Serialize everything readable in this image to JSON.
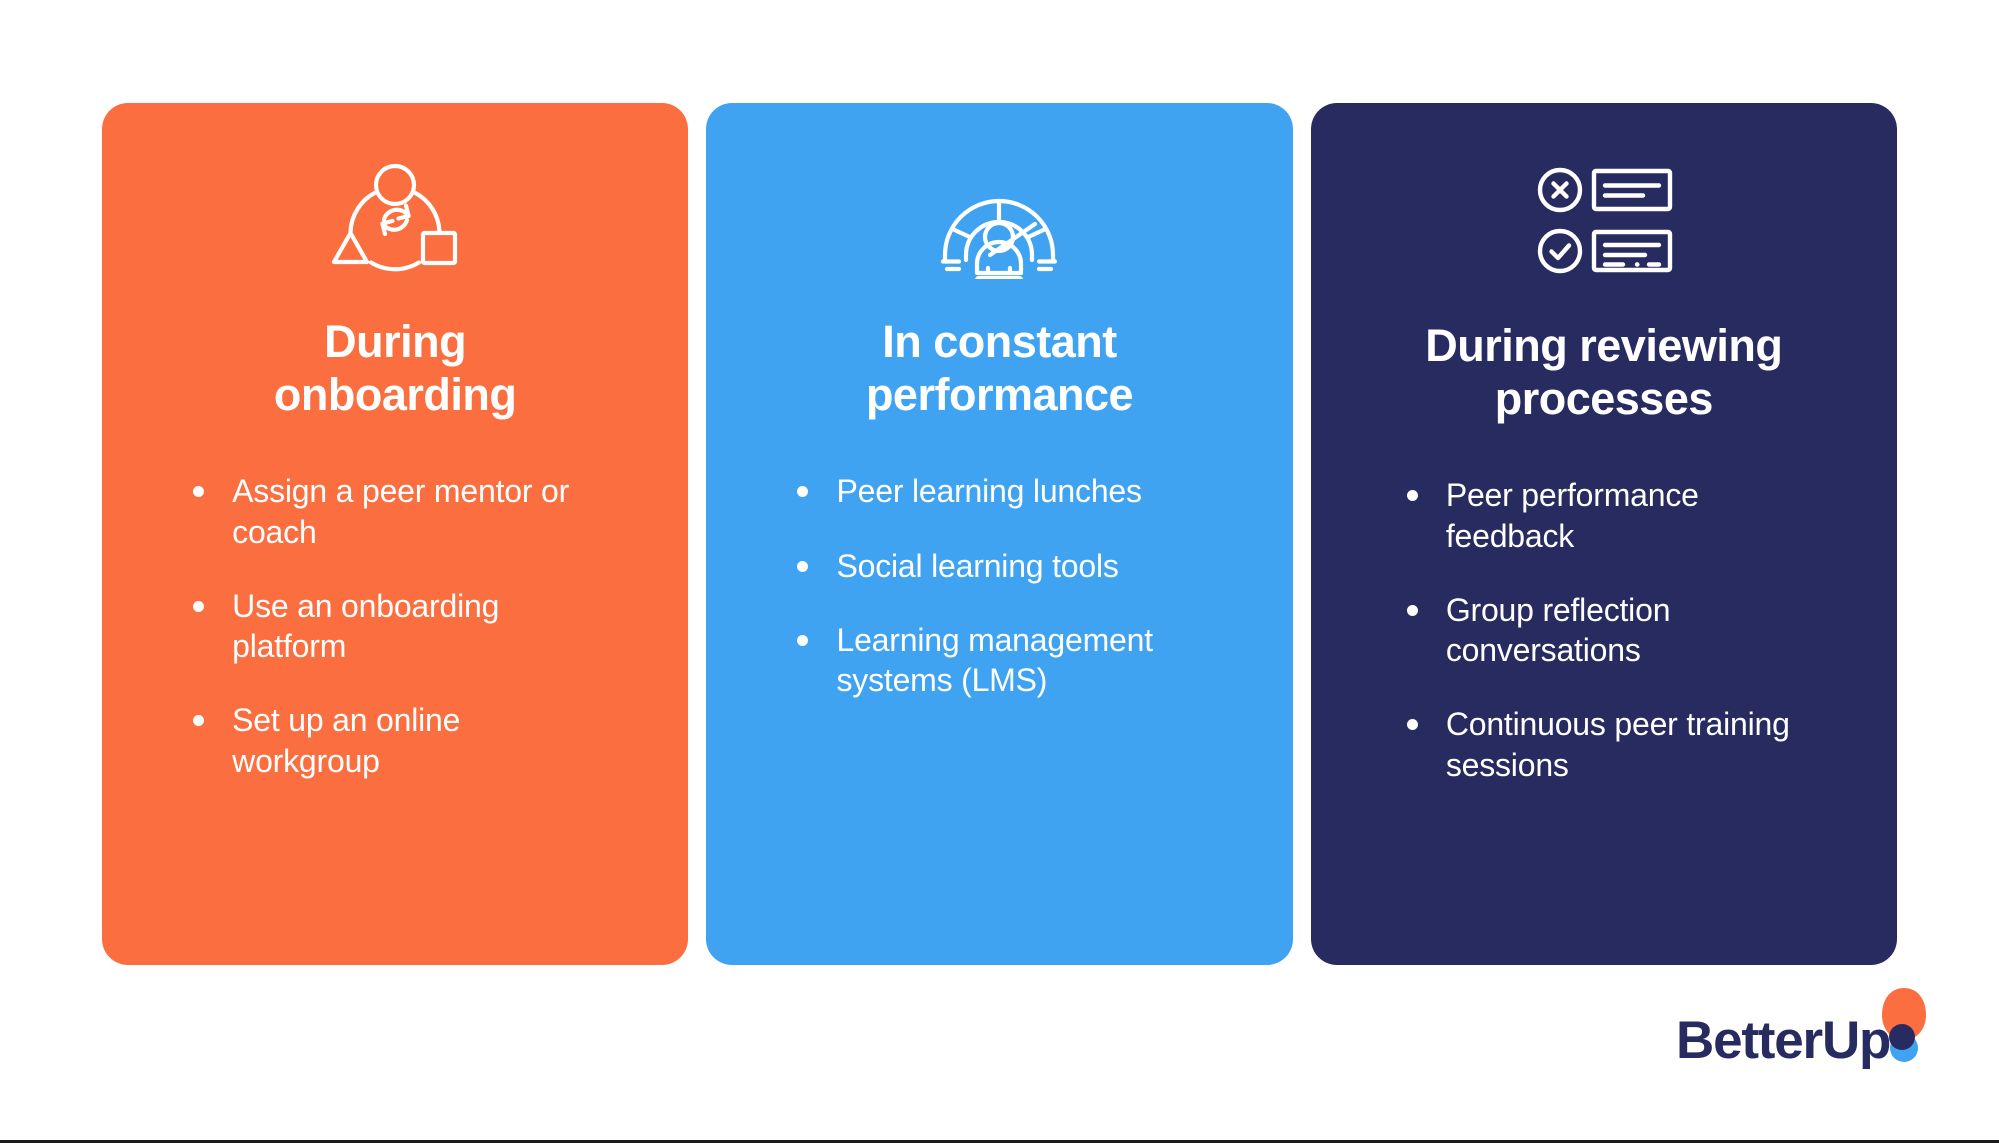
{
  "slide": {
    "background_color": "#ffffff",
    "type": "three-column-infographic"
  },
  "cards": [
    {
      "id": "during-onboarding",
      "background_color": "#fb6e3f",
      "icon_name": "shapes-cycle-icon",
      "title": "During\nonboarding",
      "title_line1": "During",
      "title_line2": "onboarding",
      "bullets": [
        "Assign a peer mentor or coach",
        "Use an onboarding platform",
        "Set up an online workgroup"
      ]
    },
    {
      "id": "in-constant-performance",
      "background_color": "#3fa3f2",
      "icon_name": "performance-gauge-person-icon",
      "title": "In constant\nperformance",
      "title_line1": "In constant",
      "title_line2": "performance",
      "bullets": [
        "Peer learning lunches",
        "Social learning tools",
        "Learning management systems (LMS)"
      ]
    },
    {
      "id": "during-reviewing-processes",
      "background_color": "#282b5f",
      "icon_name": "review-checklist-icon",
      "title": "During reviewing\nprocesses",
      "title_line1": "During reviewing",
      "title_line2": "processes",
      "bullets": [
        "Peer performance feedback",
        "Group reflection conversations",
        "Continuous peer training sessions"
      ]
    }
  ],
  "logo": {
    "wordmark": "BetterUp",
    "mark_name": "betterup-balloon-mark",
    "text_color": "#282b5f",
    "balloon_color": "#fb6e3f",
    "navy_dot_color": "#282b5f",
    "blue_dot_color": "#3fa3f2"
  },
  "colors": {
    "orange": "#fb6e3f",
    "blue": "#3fa3f2",
    "navy": "#282b5f",
    "white": "#ffffff",
    "bottom_border": "#1b1b1b"
  }
}
